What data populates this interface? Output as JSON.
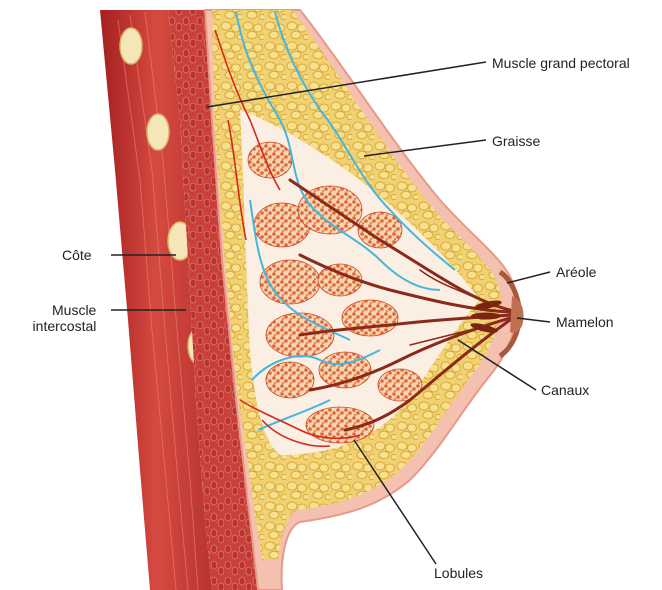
{
  "labels": {
    "muscle_grand_pectoral": "Muscle grand pectoral",
    "graisse": "Graisse",
    "cote": "Côte",
    "muscle_intercostal_line1": "Muscle",
    "muscle_intercostal_line2": "intercostal",
    "areole": "Aréole",
    "mamelon": "Mamelon",
    "canaux": "Canaux",
    "lobules": "Lobules"
  },
  "colors": {
    "background": "#ffffff",
    "skin": "#f4c0b0",
    "skin_edge": "#e59a88",
    "muscle_dark": "#b72a28",
    "muscle_mid": "#d5453f",
    "fat": "#f2d173",
    "fat_dark": "#d9a93a",
    "gland_bg": "#fbeee2",
    "lobule": "#e0653a",
    "duct": "#8a2a1a",
    "vein": "#45b7dc",
    "artery": "#d6281f",
    "rib": "#f5e6b8",
    "leader": "#222222"
  }
}
